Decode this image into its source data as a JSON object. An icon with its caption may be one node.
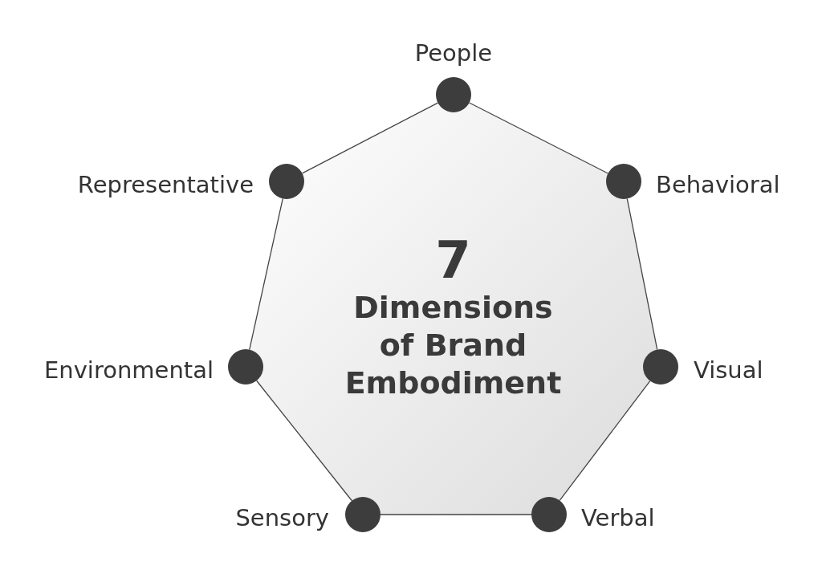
{
  "diagram": {
    "nodes": [
      {
        "text": [
          "7",
          "Dimensions of Brand Embodiment"
        ]
      },
      {
        "text": [],
        "shape": "circle"
      },
      {
        "text": [],
        "shape": "circle"
      },
      {
        "text": [],
        "shape": "circle"
      },
      {
        "text": [],
        "shape": "circle"
      },
      {
        "text": [],
        "shape": "circle"
      },
      {
        "text": [],
        "shape": "circle"
      },
      {
        "text": [],
        "shape": "circle"
      }
    ],
    "edges": [
      {
        "from": 1,
        "to": 3,
        "arrow": "none"
      },
      {
        "from": 3,
        "to": 5,
        "arrow": "none"
      },
      {
        "from": 5,
        "to": 7,
        "arrow": "none"
      },
      {
        "from": 7,
        "to": 6,
        "arrow": "none"
      },
      {
        "from": 6,
        "to": 4,
        "arrow": "none"
      },
      {
        "from": 4,
        "to": 2,
        "arrow": "none"
      },
      {
        "from": 2,
        "to": 1,
        "arrow": "none"
      }
    ],
    "labels": [
      "People",
      "Representative",
      "Behavioral",
      "Environmental",
      "Visual",
      "Sensory",
      "Verbal"
    ]
  }
}
